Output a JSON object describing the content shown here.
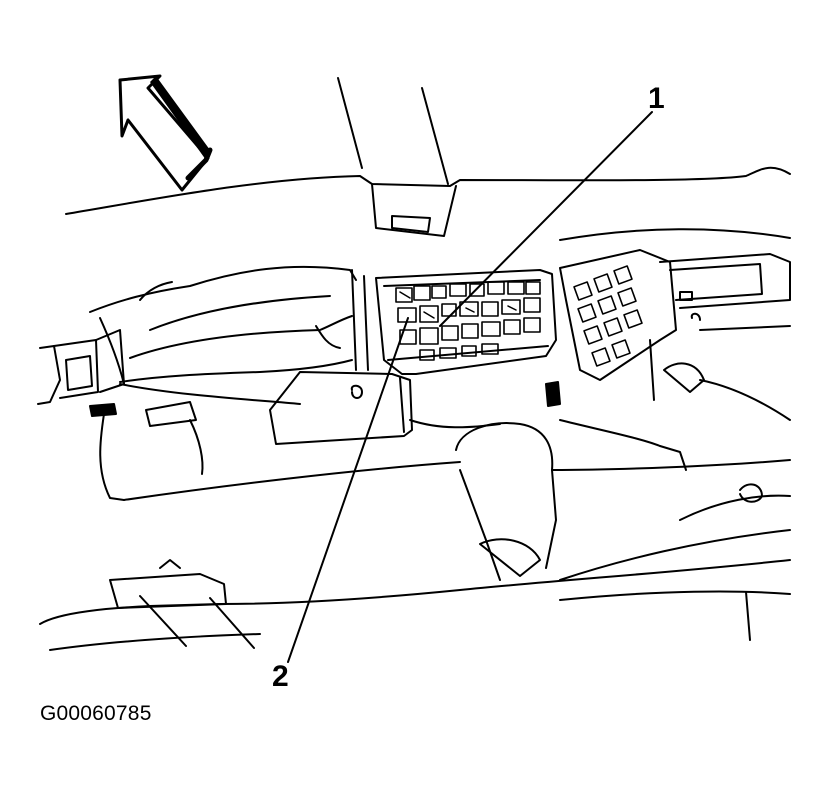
{
  "callouts": [
    {
      "number": "1"
    },
    {
      "number": "2"
    }
  ],
  "figure_id": "G00060785",
  "colors": {
    "line": "#000000",
    "background": "#ffffff"
  }
}
